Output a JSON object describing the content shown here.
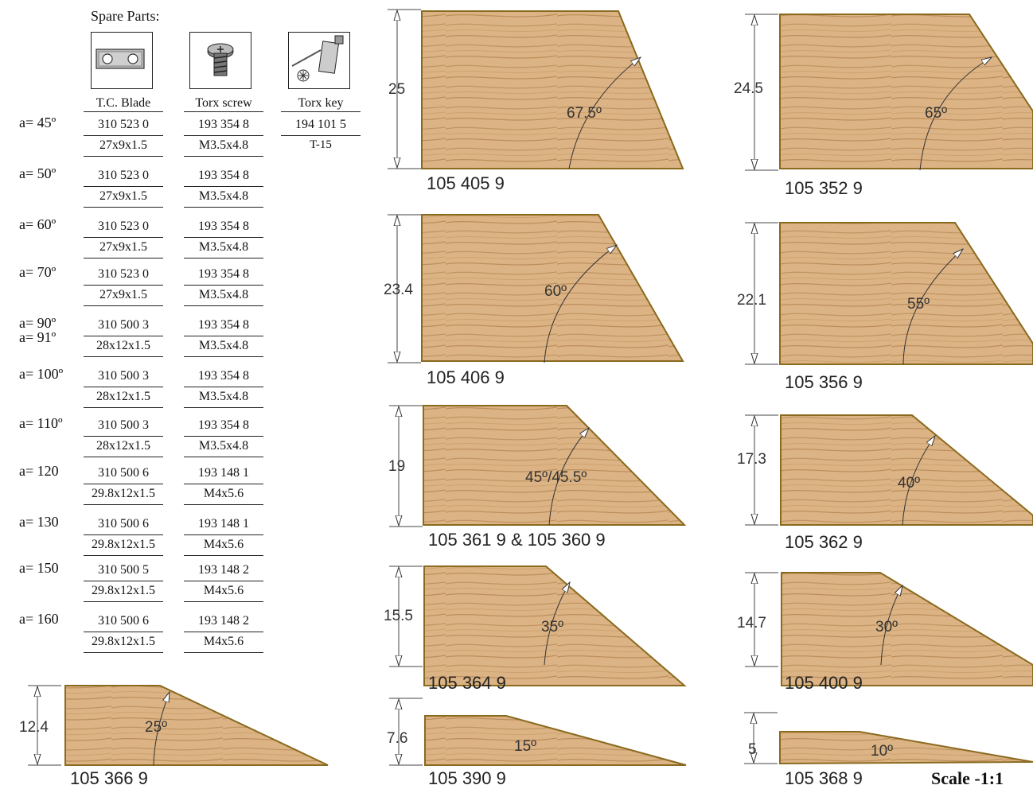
{
  "spare_parts": {
    "title": "Spare Parts:",
    "columns": [
      {
        "icon": "tc-blade-icon",
        "label": "T.C. Blade"
      },
      {
        "icon": "torx-screw-icon",
        "label": "Torx screw"
      },
      {
        "icon": "torx-key-icon",
        "label": "Torx key"
      }
    ],
    "torx_key": {
      "code": "194 101 5",
      "size": "T-15"
    },
    "rows": [
      {
        "angle": "a= 45º",
        "blade_code": "310 523 0",
        "blade_size": "27x9x1.5",
        "screw_code": "193 354 8",
        "screw_size": "M3.5x4.8"
      },
      {
        "angle": "a= 50º",
        "blade_code": "310 523 0",
        "blade_size": "27x9x1.5",
        "screw_code": "193 354 8",
        "screw_size": "M3.5x4.8"
      },
      {
        "angle": "a= 60º",
        "blade_code": "310 523 0",
        "blade_size": "27x9x1.5",
        "screw_code": "193 354 8",
        "screw_size": "M3.5x4.8"
      },
      {
        "angle": "a= 70º",
        "blade_code": "310 523 0",
        "blade_size": "27x9x1.5",
        "screw_code": "193 354 8",
        "screw_size": "M3.5x4.8"
      },
      {
        "angle": "a= 90º",
        "angle2": "a= 91º",
        "blade_code": "310 500 3",
        "blade_size": "28x12x1.5",
        "screw_code": "193 354 8",
        "screw_size": "M3.5x4.8"
      },
      {
        "angle": "a= 100º",
        "blade_code": "310 500 3",
        "blade_size": "28x12x1.5",
        "screw_code": "193 354 8",
        "screw_size": "M3.5x4.8"
      },
      {
        "angle": "a= 110º",
        "blade_code": "310 500 3",
        "blade_size": "28x12x1.5",
        "screw_code": "193 354 8",
        "screw_size": "M3.5x4.8"
      },
      {
        "angle": "a= 120",
        "blade_code": "310 500 6",
        "blade_size": "29.8x12x1.5",
        "screw_code": "193 148 1",
        "screw_size": "M4x5.6"
      },
      {
        "angle": "a= 130",
        "blade_code": "310 500 6",
        "blade_size": "29.8x12x1.5",
        "screw_code": "193 148 1",
        "screw_size": "M4x5.6"
      },
      {
        "angle": "a= 150",
        "blade_code": "310 500 5",
        "blade_size": "29.8x12x1.5",
        "screw_code": "193 148 2",
        "screw_size": "M4x5.6"
      },
      {
        "angle": "a= 160",
        "blade_code": "310 500 6",
        "blade_size": "29.8x12x1.5",
        "screw_code": "193 148 2",
        "screw_size": "M4x5.6"
      }
    ]
  },
  "profiles": [
    {
      "code": "105 405 9",
      "height": "25",
      "angle": "67.5º"
    },
    {
      "code": "105 352 9",
      "height": "24.5",
      "angle": "65º"
    },
    {
      "code": "105 406 9",
      "height": "23.4",
      "angle": "60º"
    },
    {
      "code": "105 356 9",
      "height": "22.1",
      "angle": "55º"
    },
    {
      "code": "105 361 9 & 105 360 9",
      "height": "19",
      "angle": "45º/45.5º"
    },
    {
      "code": "105 362 9",
      "height": "17.3",
      "angle": "40º"
    },
    {
      "code": "105 364 9",
      "height": "15.5",
      "angle": "35º"
    },
    {
      "code": "105 400 9",
      "height": "14.7",
      "angle": "30º"
    },
    {
      "code": "105 366 9",
      "height": "12.4",
      "angle": "25º"
    },
    {
      "code": "105 390 9",
      "height": "7.6",
      "angle": "15º"
    },
    {
      "code": "105 368 9",
      "height": "5",
      "angle": "10º"
    }
  ],
  "colors": {
    "wood_fill": "#dcb384",
    "wood_edge": "#8a6a1e",
    "grain": "#b78a58",
    "line": "#333333"
  },
  "scale": "Scale -1:1"
}
